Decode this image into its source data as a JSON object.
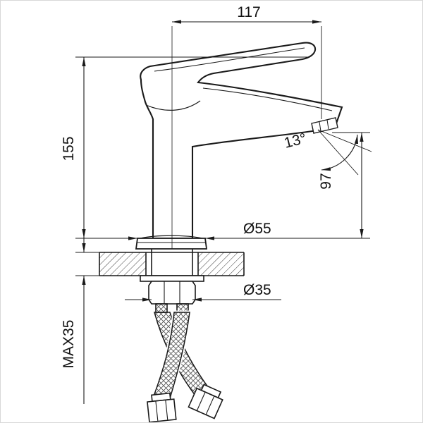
{
  "page": {
    "background": "#ffffff",
    "line_color": "#1a1a1a"
  },
  "drawing": {
    "name": "basin-faucet-technical-drawing",
    "labels": {
      "spout_reach": "117",
      "total_height": "155",
      "spout_angle": "13°",
      "outlet_height": "97",
      "base_diameter": "Ø55",
      "thread_diameter": "Ø35",
      "max_mounting_thickness": "MAX35"
    }
  }
}
